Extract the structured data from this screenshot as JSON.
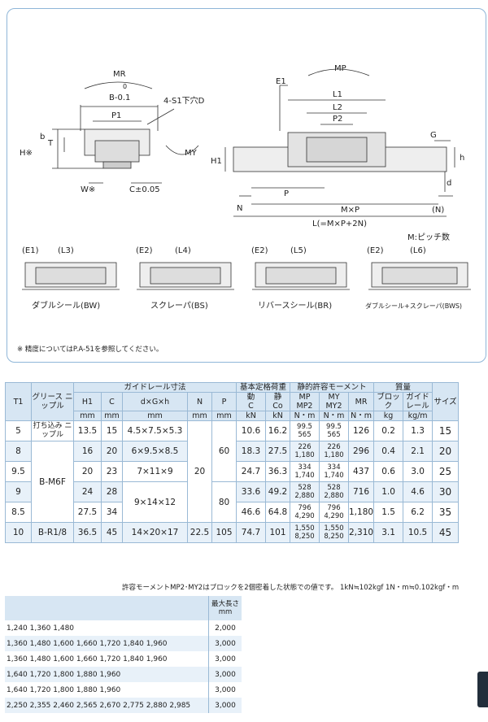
{
  "diagram": {
    "mr": "MR",
    "mp": "MP",
    "my": "MY",
    "b_tol": "B-0.1",
    "b_tol_top": "0",
    "p1": "P1",
    "hole": "4-S1下穴D",
    "h_star": "H※",
    "b": "b",
    "t": "T",
    "w_star": "W※",
    "c_tol": "C±0.05",
    "e1": "E1",
    "l1": "L1",
    "l2": "L2",
    "p2": "P2",
    "g": "G",
    "h": "h",
    "d": "d",
    "h1": "H1",
    "n": "N",
    "p": "P",
    "mxp": "M×P",
    "n_paren": "(N)",
    "l_eq": "L(=M×P+2N)",
    "pitch_note": "M:ピッチ数",
    "variants": [
      {
        "e": "(E1)",
        "l": "(L3)",
        "label": "ダブルシール(BW)"
      },
      {
        "e": "(E2)",
        "l": "(L4)",
        "label": "スクレーパ(BS)"
      },
      {
        "e": "(E2)",
        "l": "(L5)",
        "label": "リバースシール(BR)"
      },
      {
        "e": "(E2)",
        "l": "(L6)",
        "label": "ダブルシール+スクレーパ(BWS)"
      }
    ],
    "note": "※ 精度についてはP.A-51を参照してください。"
  },
  "spec_table": {
    "headers": {
      "t1": "T1",
      "grease": "グリース ニップル",
      "guide_rail": "ガイドレール寸法",
      "h1": "H1",
      "c": "C",
      "dgh": "d×G×h",
      "n": "N",
      "p": "P",
      "basic_load": "基本定格荷重",
      "dyn": "動",
      "dyn_sym": "C",
      "stat": "静",
      "stat_sym": "Co",
      "static_moment": "静的許容モーメント",
      "mp": "MP",
      "mp2": "MP2",
      "my": "MY",
      "my2": "MY2",
      "mr": "MR",
      "mass": "質量",
      "block": "ブロック",
      "rail": "ガイド レール",
      "size": "サイズ",
      "unit_mm": "mm",
      "unit_kn": "kN",
      "unit_nm": "N・m",
      "unit_kg": "kg",
      "unit_kgm": "kg/m"
    },
    "rows": [
      {
        "t1": "5",
        "grease": "打ち込み ニップル",
        "h1": "13.5",
        "c": "15",
        "dgh": "4.5×7.5×5.3",
        "c_dyn": "10.6",
        "co": "16.2",
        "mp": "99.5",
        "mp2": "565",
        "my": "99.5",
        "my2": "565",
        "mr": "126",
        "block": "0.2",
        "rail": "1.3",
        "size": "15"
      },
      {
        "t1": "8",
        "h1": "16",
        "c": "20",
        "dgh": "6×9.5×8.5",
        "c_dyn": "18.3",
        "co": "27.5",
        "mp": "226",
        "mp2": "1,180",
        "my": "226",
        "my2": "1,180",
        "mr": "296",
        "block": "0.4",
        "rail": "2.1",
        "size": "20"
      },
      {
        "t1": "9.5",
        "h1": "20",
        "c": "23",
        "dgh": "7×11×9",
        "c_dyn": "24.7",
        "co": "36.3",
        "mp": "334",
        "mp2": "1,740",
        "my": "334",
        "my2": "1,740",
        "mr": "437",
        "block": "0.6",
        "rail": "3.0",
        "size": "25"
      },
      {
        "t1": "9",
        "h1": "24",
        "c": "28",
        "c_dyn": "33.6",
        "co": "49.2",
        "mp": "528",
        "mp2": "2,880",
        "my": "528",
        "my2": "2,880",
        "mr": "716",
        "block": "1.0",
        "rail": "4.6",
        "size": "30"
      },
      {
        "t1": "8.5",
        "h1": "27.5",
        "c": "34",
        "c_dyn": "46.6",
        "co": "64.8",
        "mp": "796",
        "mp2": "4,290",
        "my": "796",
        "my2": "4,290",
        "mr": "1,180",
        "block": "1.5",
        "rail": "6.2",
        "size": "35"
      },
      {
        "t1": "10",
        "grease": "B-R1/8",
        "h1": "36.5",
        "c": "45",
        "dgh": "14×20×17",
        "n": "22.5",
        "p": "105",
        "c_dyn": "74.7",
        "co": "101",
        "mp": "1,550",
        "mp2": "8,250",
        "my": "1,550",
        "my2": "8,250",
        "mr": "2,310",
        "block": "3.1",
        "rail": "10.5",
        "size": "45"
      }
    ],
    "merged": {
      "grease_m6f": "B-M6F",
      "dgh_9x14x12": "9×14×12",
      "n_20": "20",
      "p_60": "60",
      "p_80": "80"
    }
  },
  "footnote": "許容モーメントMP2･MY2はブロックを2個密着した状態での値です。 1kN≒102kgf 1N・m≒0.102kgf・m",
  "length_table": {
    "max_header": "最大長さ mm",
    "rows": [
      {
        "lengths": "1,240 1,360 1,480",
        "max": "2,000"
      },
      {
        "lengths": "1,360 1,480 1,600 1,660 1,720 1,840 1,960",
        "max": "3,000"
      },
      {
        "lengths": "1,360 1,480 1,600 1,660 1,720 1,840 1,960",
        "max": "3,000"
      },
      {
        "lengths": "1,640 1,720 1,800 1,880 1,960",
        "max": "3,000"
      },
      {
        "lengths": "1,640 1,720 1,800 1,880 1,960",
        "max": "3,000"
      },
      {
        "lengths": "2,250 2,355 2,460 2,565 2,670 2,775 2,880 2,985",
        "max": "3,000"
      }
    ]
  }
}
